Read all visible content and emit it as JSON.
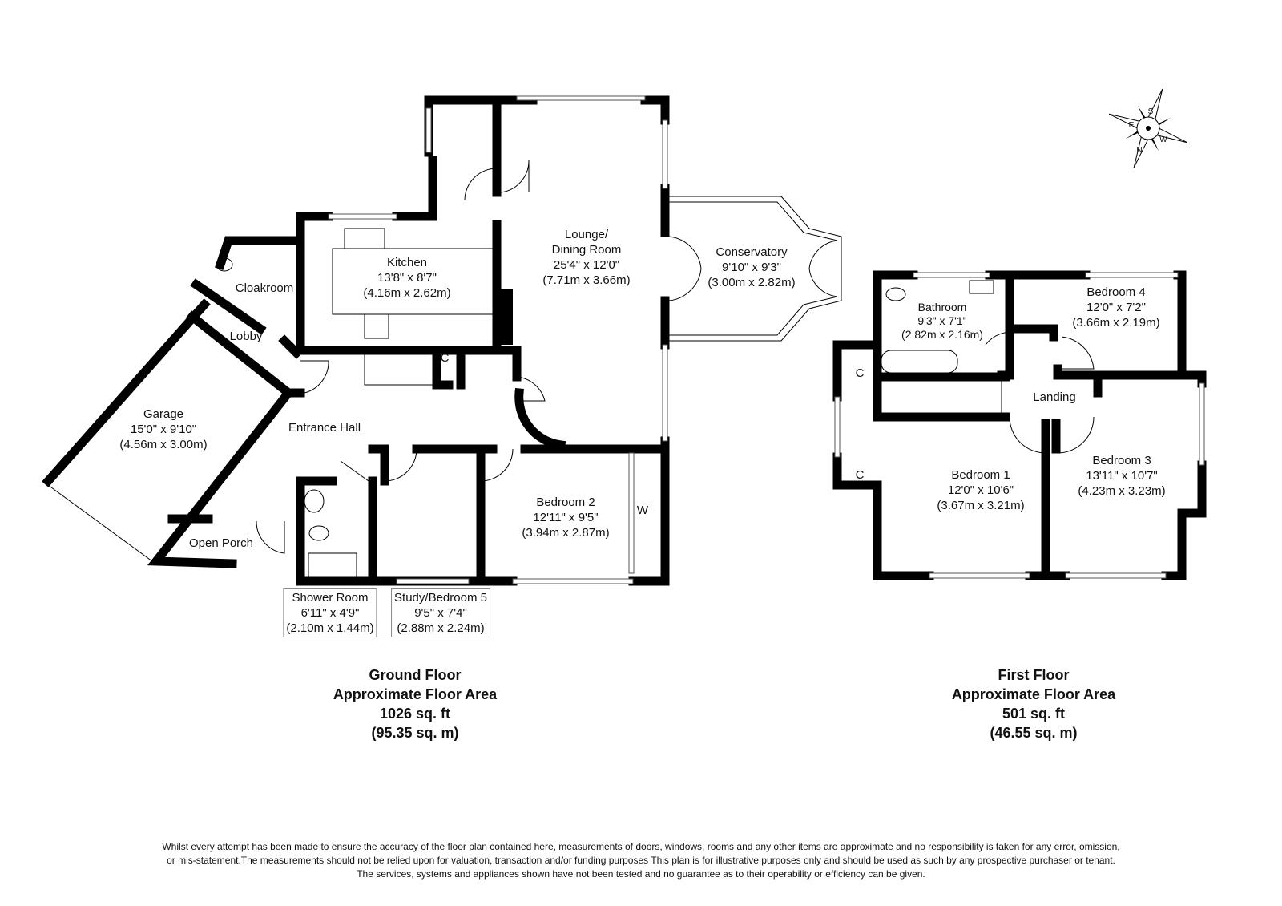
{
  "ground_floor": {
    "rooms": [
      {
        "name": "Kitchen",
        "imperial": "13'8\" x 8'7\"",
        "metric": "(4.16m x 2.62m)"
      },
      {
        "name": "Lounge/",
        "name2": "Dining Room",
        "imperial": "25'4\" x 12'0\"",
        "metric": "(7.71m x 3.66m)"
      },
      {
        "name": "Conservatory",
        "imperial": "9'10\" x 9'3\"",
        "metric": "(3.00m x 2.82m)"
      },
      {
        "name": "Garage",
        "imperial": "15'0\" x 9'10\"",
        "metric": "(4.56m x 3.00m)"
      },
      {
        "name": "Bedroom 2",
        "imperial": "12'11\" x 9'5\"",
        "metric": "(3.94m x 2.87m)"
      },
      {
        "name": "Shower Room",
        "imperial": "6'11\" x 4'9\"",
        "metric": "(2.10m x 1.44m)"
      },
      {
        "name": "Study/Bedroom 5",
        "imperial": "9'5\" x 7'4\"",
        "metric": "(2.88m x 2.24m)"
      }
    ],
    "labels": {
      "cloakroom": "Cloakroom",
      "lobby": "Lobby",
      "entrance_hall": "Entrance Hall",
      "open_porch": "Open Porch",
      "cupboard": "C",
      "wardrobe": "W"
    },
    "summary": {
      "title": "Ground Floor",
      "subtitle": "Approximate Floor Area",
      "sqft": "1026 sq. ft",
      "sqm": "(95.35 sq. m)"
    }
  },
  "first_floor": {
    "rooms": [
      {
        "name": "Bathroom",
        "imperial": "9'3\" x 7'1\"",
        "metric": "(2.82m x 2.16m)"
      },
      {
        "name": "Bedroom 4",
        "imperial": "12'0\" x 7'2\"",
        "metric": "(3.66m x 2.19m)"
      },
      {
        "name": "Bedroom 1",
        "imperial": "12'0\" x 10'6\"",
        "metric": "(3.67m x 3.21m)"
      },
      {
        "name": "Bedroom 3",
        "imperial": "13'11\" x 10'7\"",
        "metric": "(4.23m x 3.23m)"
      }
    ],
    "labels": {
      "landing": "Landing",
      "cupboard": "C"
    },
    "summary": {
      "title": "First Floor",
      "subtitle": "Approximate Floor Area",
      "sqft": "501 sq. ft",
      "sqm": "(46.55 sq. m)"
    }
  },
  "compass": {
    "n": "N",
    "s": "S",
    "e": "E",
    "w": "W"
  },
  "disclaimer": [
    "Whilst every attempt has been made to ensure the accuracy of the floor plan contained here, measurements of doors, windows, rooms and any other items are approximate and no responsibility is taken for any error, omission,",
    "or mis-statement.The measurements should not be relied upon for valuation, transaction and/or funding purposes This plan is for illustrative purposes only and should be used as such by any prospective purchaser or tenant.",
    "The services, systems and appliances shown have not been tested and no guarantee as to their operability or efficiency can be given."
  ]
}
